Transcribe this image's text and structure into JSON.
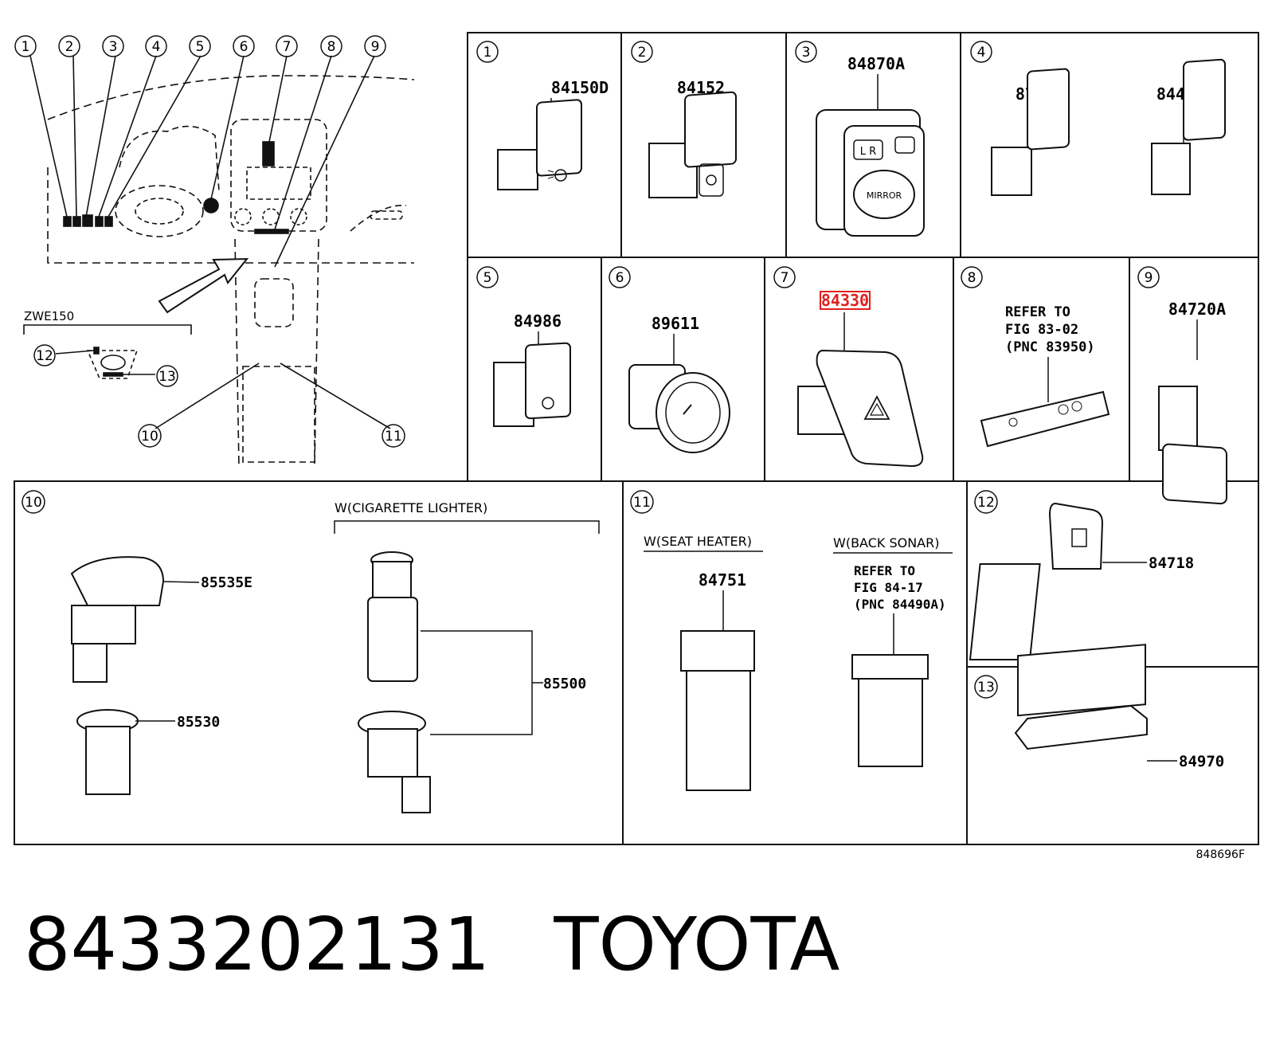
{
  "overview": {
    "callouts": [
      "1",
      "2",
      "3",
      "4",
      "5",
      "6",
      "7",
      "8",
      "9",
      "10",
      "11",
      "12",
      "13"
    ],
    "variant_label": "ZWE150"
  },
  "panels": [
    {
      "num": "1",
      "parts": [
        "84150D"
      ]
    },
    {
      "num": "2",
      "parts": [
        "84152"
      ]
    },
    {
      "num": "3",
      "parts": [
        "84870A"
      ],
      "switch_text": "MIRROR",
      "switch_keys": [
        "L",
        "R"
      ]
    },
    {
      "num": "4",
      "parts": [
        "87290",
        "84470A"
      ]
    },
    {
      "num": "5",
      "parts": [
        "84986"
      ]
    },
    {
      "num": "6",
      "parts": [
        "89611"
      ]
    },
    {
      "num": "7",
      "parts": [
        "84330"
      ],
      "highlighted": true
    },
    {
      "num": "8",
      "refer": [
        "REFER TO",
        "FIG 83-02",
        "(PNC 83950)"
      ]
    },
    {
      "num": "9",
      "parts": [
        "84720A"
      ]
    },
    {
      "num": "10",
      "parts": [
        "85535E",
        "85530",
        "85500"
      ],
      "group_label": "W(CIGARETTE LIGHTER)"
    },
    {
      "num": "11",
      "parts": [
        "84751"
      ],
      "group_labels": [
        "W(SEAT HEATER)",
        "W(BACK SONAR)"
      ],
      "refer": [
        "REFER TO",
        "FIG 84-17",
        "(PNC 84490A)"
      ]
    },
    {
      "num": "12",
      "parts": [
        "84718"
      ]
    },
    {
      "num": "13",
      "parts": [
        "84970"
      ]
    }
  ],
  "figure_code": "848696F",
  "footer": {
    "part_number": "8433202131",
    "brand": "TOYOTA"
  },
  "colors": {
    "highlight": "#e02020",
    "ink": "#111111"
  }
}
